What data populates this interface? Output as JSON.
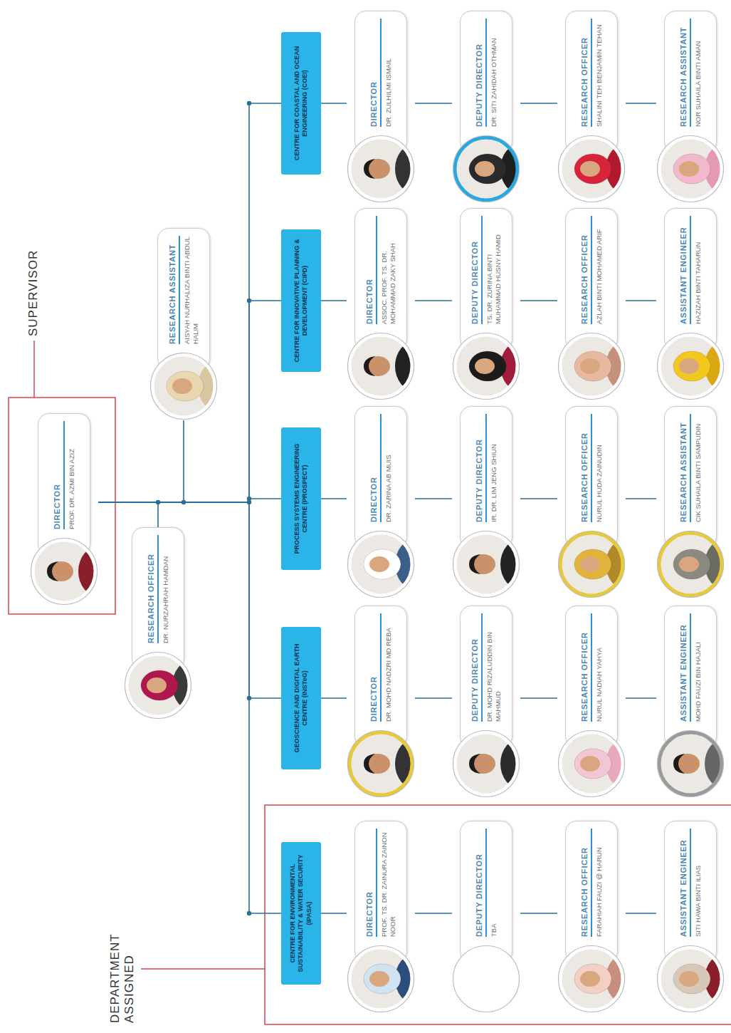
{
  "diagram": {
    "nodes": [
      {
        "text": [
          "DIRECTOR",
          "PROF. DR. AZMI BIN AZIZ"
        ]
      },
      {
        "text": [
          "RESEARCH OFFICER",
          "DR. NURZAHRAH HAMDAN"
        ]
      },
      {
        "text": [
          "RESEARCH ASSISTANT",
          "AISYAH NURHALIZA BINTI ABDUL HALIM"
        ]
      },
      {
        "text": [
          "CENTRE FOR ENVIRONMENTAL SUSTAINABILITY & WATER SECURITY (IPASA)"
        ]
      },
      {
        "text": [
          "DIRECTOR",
          "PROF. TS. DR. ZAINURA ZAINON NOOR"
        ]
      },
      {
        "text": [
          "DEPUTY DIRECTOR",
          "TBA"
        ]
      },
      {
        "text": [
          "RESEARCH OFFICER",
          "FARAHIAH FAUZI @ HARUN"
        ]
      },
      {
        "text": [
          "ASSISTANT ENGINEER",
          "SITI HAWA BINTI ILIAS"
        ]
      },
      {
        "text": [
          "GEOSCIENCE AND DIGITAL EARTH CENTRE (INSTeG)"
        ]
      },
      {
        "text": [
          "DIRECTOR",
          "DR. MOHD NADZRI MD REBA"
        ]
      },
      {
        "text": [
          "DEPUTY DIRECTOR",
          "DR. MOHD RIZALUDDIN BIN MAHMUD"
        ]
      },
      {
        "text": [
          "RESEARCH OFFICER",
          "NURUL NADIAH YAHYA"
        ]
      },
      {
        "text": [
          "ASSISTANT ENGINEER",
          "MOHD FAUZI BIN HAJALI"
        ]
      },
      {
        "text": [
          "PROCESS SYSTEMS ENGINEERING CENTRE (PROSPECT)"
        ]
      },
      {
        "text": [
          "DIRECTOR",
          "DR. ZARINA AB MUIS"
        ]
      },
      {
        "text": [
          "DEPUTY DIRECTOR",
          "IR. DR. LIM JENG SHIUN"
        ]
      },
      {
        "text": [
          "RESEARCH OFFICER",
          "NURUL HUDA ZAINUDIN"
        ]
      },
      {
        "text": [
          "RESEARCH ASSISTANT",
          "CIK SUHAILA BINTI SAMPUDIN"
        ]
      },
      {
        "text": [
          "CENTRE FOR INNOVATIVE PLANNING & DEVELOPMENT (CIPD)"
        ]
      },
      {
        "text": [
          "DIRECTOR",
          "ASSOC. PROF. TS. DR. MOHAMMAD ZAKY SHAH"
        ]
      },
      {
        "text": [
          "DEPUTY DIRECTOR",
          "TS. DR. ZURINA BINTI MUHAMMAD HUSNY HAMID"
        ]
      },
      {
        "text": [
          "RESEARCH OFFICER",
          "AZLAH BINTI MOHAMED ARIF"
        ]
      },
      {
        "text": [
          "ASSISTANT ENGINEER",
          "HAZIZAH BINTI TAHARUN"
        ]
      },
      {
        "text": [
          "CENTRE FOR COASTAL AND OCEAN ENGINEERING (COEI)"
        ]
      },
      {
        "text": [
          "DIRECTOR",
          "DR. ZULHILMI ISMAIL"
        ]
      },
      {
        "text": [
          "DEPUTY DIRECTOR",
          "DR. SITI ZAHIDAH OTHMAN"
        ]
      },
      {
        "text": [
          "RESEARCH OFFICER",
          "SHALINI TEH BENJAMIN TEHAN"
        ]
      },
      {
        "text": [
          "RESEARCH ASSISTANT",
          "NOR SUHAILA BINTI AMAN"
        ]
      }
    ],
    "edges": [
      {
        "from": 0,
        "to": 1,
        "arrow": "none"
      },
      {
        "from": 0,
        "to": 2,
        "arrow": "none"
      },
      {
        "from": 0,
        "to": 3,
        "arrow": "none"
      },
      {
        "from": 0,
        "to": 8,
        "arrow": "none"
      },
      {
        "from": 0,
        "to": 13,
        "arrow": "none"
      },
      {
        "from": 0,
        "to": 18,
        "arrow": "none"
      },
      {
        "from": 0,
        "to": 23,
        "arrow": "none"
      },
      {
        "from": 3,
        "to": 4,
        "arrow": "none"
      },
      {
        "from": 4,
        "to": 5,
        "arrow": "none"
      },
      {
        "from": 5,
        "to": 6,
        "arrow": "none"
      },
      {
        "from": 6,
        "to": 7,
        "arrow": "none"
      },
      {
        "from": 8,
        "to": 9,
        "arrow": "none"
      },
      {
        "from": 9,
        "to": 10,
        "arrow": "none"
      },
      {
        "from": 10,
        "to": 11,
        "arrow": "none"
      },
      {
        "from": 11,
        "to": 12,
        "arrow": "none"
      },
      {
        "from": 13,
        "to": 14,
        "arrow": "none"
      },
      {
        "from": 14,
        "to": 15,
        "arrow": "none"
      },
      {
        "from": 15,
        "to": 16,
        "arrow": "none"
      },
      {
        "from": 16,
        "to": 17,
        "arrow": "none"
      },
      {
        "from": 18,
        "to": 19,
        "arrow": "none"
      },
      {
        "from": 19,
        "to": 20,
        "arrow": "none"
      },
      {
        "from": 20,
        "to": 21,
        "arrow": "none"
      },
      {
        "from": 21,
        "to": 22,
        "arrow": "none"
      },
      {
        "from": 23,
        "to": 24,
        "arrow": "none"
      },
      {
        "from": 24,
        "to": 25,
        "arrow": "none"
      },
      {
        "from": 25,
        "to": 26,
        "arrow": "none"
      },
      {
        "from": 26,
        "to": 27,
        "arrow": "none"
      }
    ],
    "labels": [
      "SUPERVISOR",
      "DEPARTMENT ASSIGNED"
    ]
  }
}
